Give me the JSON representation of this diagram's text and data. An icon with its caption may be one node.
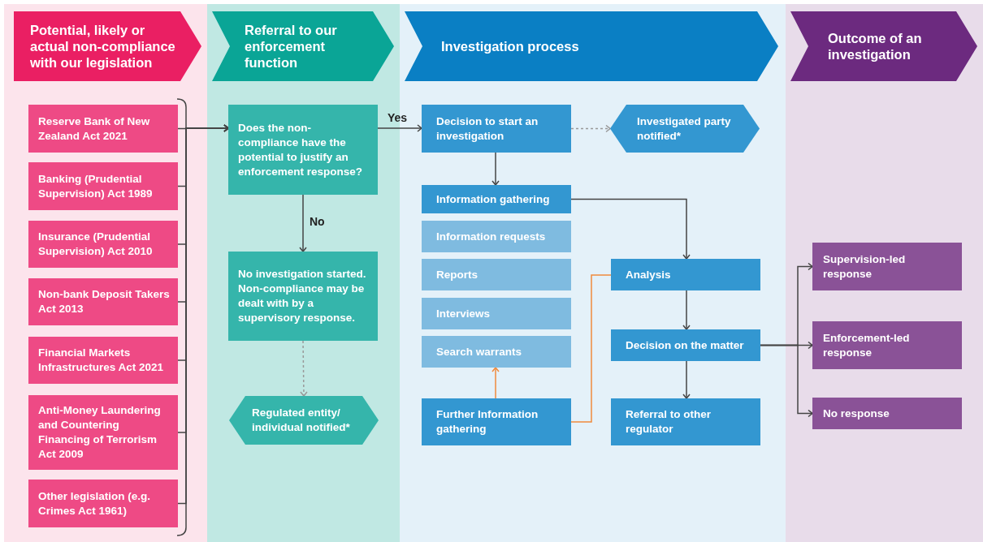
{
  "diagram": {
    "nodes": [
      {
        "text": [
          "Potential, likely or actual non-compliance with our legislation"
        ]
      },
      {
        "text": [
          "Referral to our enforcement function"
        ]
      },
      {
        "text": [
          "Investigation process"
        ]
      },
      {
        "text": [
          "Outcome of an investigation"
        ]
      },
      {
        "text": [
          "Reserve Bank of New Zealand Act 2021"
        ]
      },
      {
        "text": [
          "Banking (Prudential Supervision) Act 1989"
        ]
      },
      {
        "text": [
          "Insurance (Prudential Supervision) Act 2010"
        ]
      },
      {
        "text": [
          "Non-bank Deposit Takers Act 2013"
        ]
      },
      {
        "text": [
          "Financial Markets Infrastructures Act 2021"
        ]
      },
      {
        "text": [
          "Anti-Money Laundering and Countering Financing of Terrorism Act 2009"
        ]
      },
      {
        "text": [
          "Other legislation (e.g. Crimes Act 1961)"
        ]
      },
      {
        "text": [
          "Does the non-compliance have the potential to justify an enforcement response?"
        ]
      },
      {
        "text": [
          "No investigation started. Non-compliance may be dealt with by a supervisory response."
        ]
      },
      {
        "text": [
          "Regulated entity/ individual notified*"
        ]
      },
      {
        "text": [
          "Decision to start an investigation"
        ]
      },
      {
        "text": [
          "Investigated party notified*"
        ]
      },
      {
        "text": [
          "Information gathering"
        ]
      },
      {
        "text": [
          "Information requests"
        ]
      },
      {
        "text": [
          "Reports"
        ]
      },
      {
        "text": [
          "Interviews"
        ]
      },
      {
        "text": [
          "Search warrants"
        ]
      },
      {
        "text": [
          "Further Information gathering"
        ]
      },
      {
        "text": [
          "Analysis"
        ]
      },
      {
        "text": [
          "Decision on the matter"
        ]
      },
      {
        "text": [
          "Referral to other regulator"
        ]
      },
      {
        "text": [
          "Supervision-led response"
        ]
      },
      {
        "text": [
          "Enforcement-led response"
        ]
      },
      {
        "text": [
          "No response"
        ]
      }
    ],
    "edges": [
      {
        "from": 4,
        "to": 11,
        "arrow": "to"
      },
      {
        "from": 5,
        "to": 11,
        "arrow": "to"
      },
      {
        "from": 6,
        "to": 11,
        "arrow": "to"
      },
      {
        "from": 7,
        "to": 11,
        "arrow": "to"
      },
      {
        "from": 8,
        "to": 11,
        "arrow": "to"
      },
      {
        "from": 9,
        "to": 11,
        "arrow": "to"
      },
      {
        "from": 10,
        "to": 11,
        "arrow": "to"
      },
      {
        "from": 11,
        "to": 14,
        "arrow": "to",
        "label": "Yes"
      },
      {
        "from": 11,
        "to": 12,
        "arrow": "to",
        "label": "No"
      },
      {
        "from": 12,
        "to": 13,
        "arrow": "to",
        "style": "dashed",
        "color": "#999999"
      },
      {
        "from": 14,
        "to": 15,
        "arrow": "to",
        "style": "dashed",
        "color": "#999999"
      },
      {
        "from": 14,
        "to": 16,
        "arrow": "to"
      },
      {
        "from": 16,
        "to": 22,
        "arrow": "to"
      },
      {
        "from": 21,
        "to": 20,
        "arrow": "to",
        "color": "#f08a3c"
      },
      {
        "from": 22,
        "to": 21,
        "arrow": "none",
        "color": "#f08a3c"
      },
      {
        "from": 22,
        "to": 23,
        "arrow": "to"
      },
      {
        "from": 23,
        "to": 24,
        "arrow": "to"
      },
      {
        "from": 23,
        "to": 25,
        "arrow": "to"
      },
      {
        "from": 23,
        "to": 26,
        "arrow": "to"
      },
      {
        "from": 23,
        "to": 27,
        "arrow": "to"
      }
    ]
  }
}
